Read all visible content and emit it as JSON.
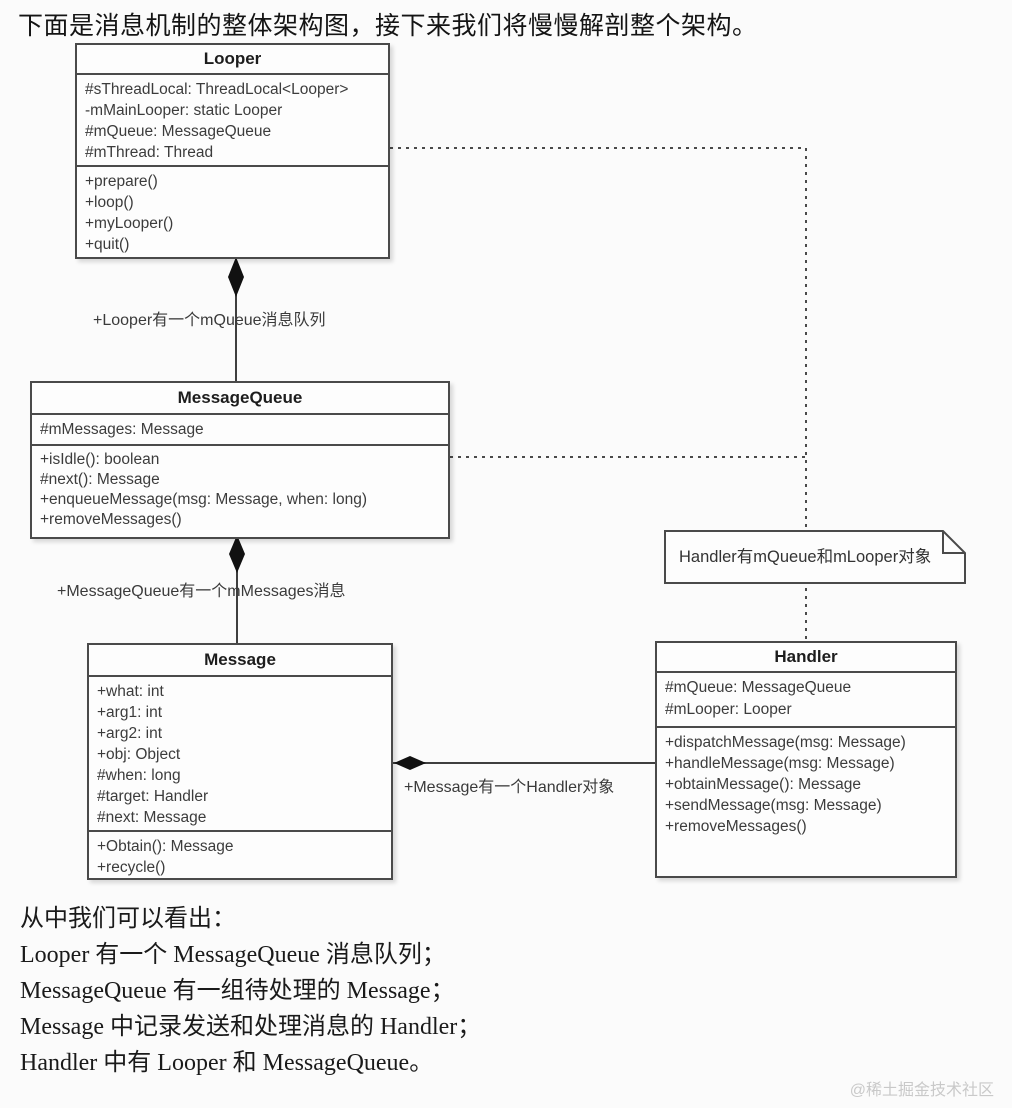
{
  "header": {
    "text": "下面是消息机制的整体架构图，接下来我们将慢慢解剖整个架构。"
  },
  "diagram": {
    "classes": [
      {
        "name": "Looper",
        "attributes": [
          "#sThreadLocal: ThreadLocal<Looper>",
          "-mMainLooper: static Looper",
          "#mQueue: MessageQueue",
          "#mThread: Thread"
        ],
        "methods": [
          "+prepare()",
          "+loop()",
          "+myLooper()",
          "+quit()"
        ]
      },
      {
        "name": "MessageQueue",
        "attributes": [
          "#mMessages: Message"
        ],
        "methods": [
          "+isIdle(): boolean",
          "#next(): Message",
          "+enqueueMessage(msg: Message, when: long)",
          "+removeMessages()"
        ]
      },
      {
        "name": "Message",
        "attributes": [
          "+what: int",
          "+arg1: int",
          "+arg2: int",
          "+obj: Object",
          "#when: long",
          "#target: Handler",
          "#next: Message"
        ],
        "methods": [
          "+Obtain(): Message",
          "+recycle()"
        ]
      },
      {
        "name": "Handler",
        "attributes": [
          "#mQueue: MessageQueue",
          "#mLooper: Looper"
        ],
        "methods": [
          "+dispatchMessage(msg: Message)",
          "+handleMessage(msg: Message)",
          "+obtainMessage(): Message",
          "+sendMessage(msg: Message)",
          "+removeMessages()"
        ]
      }
    ],
    "edges": [
      {
        "label": "+Looper有一个mQueue消息队列"
      },
      {
        "label": "+MessageQueue有一个mMessages消息"
      },
      {
        "label": "+Message有一个Handler对象"
      }
    ],
    "note": {
      "text": "Handler有mQueue和mLooper对象"
    }
  },
  "footer": {
    "lines": [
      "从中我们可以看出：",
      "Looper 有一个 MessageQueue 消息队列；",
      "MessageQueue 有一组待处理的 Message；",
      "Message 中记录发送和处理消息的 Handler；",
      "Handler 中有 Looper 和 MessageQueue。"
    ]
  },
  "watermark": {
    "text": "@稀土掘金技术社区"
  },
  "colors": {
    "line": "#4a4a4a",
    "diamond_fill": "#111111",
    "box_background": "#fdfdfd",
    "text": "#3c3c3c",
    "watermark": "#c9c9c9"
  }
}
